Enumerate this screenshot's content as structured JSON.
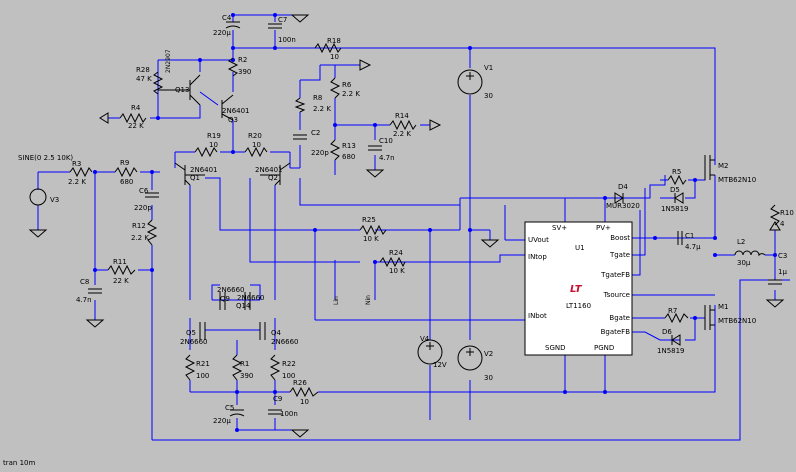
{
  "footer": "tran 10m",
  "ic": {
    "ref": "U1",
    "part": "LT1160",
    "pins_left": [
      "UVout",
      "INtop",
      "INbot"
    ],
    "pins_top": [
      "SV+",
      "PV+"
    ],
    "pins_right": [
      "Boost",
      "Tgate",
      "TgateFB",
      "Tsource",
      "Bgate",
      "BgateFB"
    ],
    "pins_bottom": [
      "SGND",
      "PGND"
    ]
  },
  "components": {
    "C4": {
      "ref": "C4",
      "value": "220µ"
    },
    "C7": {
      "ref": "C7",
      "value": "100n"
    },
    "R18": {
      "ref": "R18",
      "value": "10"
    },
    "R28": {
      "ref": "R28",
      "value": "47 K"
    },
    "Q13": {
      "ref": "Q13",
      "value": "2N2907"
    },
    "R2": {
      "ref": "R2",
      "value": "390"
    },
    "Q3": {
      "ref": "Q3",
      "value": "2N6401"
    },
    "R4": {
      "ref": "R4",
      "value": "22 K"
    },
    "R8": {
      "ref": "R8",
      "value": "2.2 K"
    },
    "R6": {
      "ref": "R6",
      "value": "2.2 K"
    },
    "R14": {
      "ref": "R14",
      "value": "2.2 K"
    },
    "C2": {
      "ref": "C2",
      "value": "220p"
    },
    "R13": {
      "ref": "R13",
      "value": "680"
    },
    "C10": {
      "ref": "C10",
      "value": "4.7n"
    },
    "R19": {
      "ref": "R19",
      "value": "10"
    },
    "R20": {
      "ref": "R20",
      "value": "10"
    },
    "Q1": {
      "ref": "Q1",
      "value": "2N6401"
    },
    "Q2": {
      "ref": "Q2",
      "value": "2N6401"
    },
    "V3": {
      "ref": "V3",
      "value": "SINE(0 2.5 10K)"
    },
    "R3": {
      "ref": "R3",
      "value": "2.2 K"
    },
    "R9": {
      "ref": "R9",
      "value": "680"
    },
    "C6": {
      "ref": "C6",
      "value": "220p"
    },
    "R12": {
      "ref": "R12",
      "value": "2.2 K"
    },
    "R11": {
      "ref": "R11",
      "value": "22 K"
    },
    "C8": {
      "ref": "C8",
      "value": "4.7n"
    },
    "V1": {
      "ref": "V1",
      "value": "30"
    },
    "V2": {
      "ref": "V2",
      "value": "30"
    },
    "V4": {
      "ref": "V4",
      "value": "12V"
    },
    "R25": {
      "ref": "R25",
      "value": "10 K"
    },
    "R24": {
      "ref": "R24",
      "value": "10 K"
    },
    "Q9": {
      "ref": "Q9",
      "value": "2N6660"
    },
    "Q14": {
      "ref": "Q14",
      "value": "2N6660"
    },
    "Q5": {
      "ref": "Q5",
      "value": "2N6660"
    },
    "Q4": {
      "ref": "Q4",
      "value": "2N6660"
    },
    "R21": {
      "ref": "R21",
      "value": "100"
    },
    "R1": {
      "ref": "R1",
      "value": "390"
    },
    "R22": {
      "ref": "R22",
      "value": "100"
    },
    "R26": {
      "ref": "R26",
      "value": "10"
    },
    "C5": {
      "ref": "C5",
      "value": "220µ"
    },
    "C9": {
      "ref": "C9",
      "value": "100n"
    },
    "D4": {
      "ref": "D4",
      "value": "MUR3020"
    },
    "R5": {
      "ref": "R5",
      "value": ""
    },
    "D5": {
      "ref": "D5",
      "value": "1N5819"
    },
    "M2": {
      "ref": "M2",
      "value": "MTB62N10"
    },
    "C1": {
      "ref": "C1",
      "value": "4.7µ"
    },
    "L2": {
      "ref": "L2",
      "value": "30µ"
    },
    "R10": {
      "ref": "R10",
      "value": "4"
    },
    "C3": {
      "ref": "C3",
      "value": "1µ"
    },
    "R7": {
      "ref": "R7",
      "value": ""
    },
    "D6": {
      "ref": "D6",
      "value": "1N5819"
    },
    "M1": {
      "ref": "M1",
      "value": "MTB62N10"
    }
  },
  "net_labels": {
    "lin": "Lin",
    "nin": "Nin"
  },
  "colors": {
    "background": "#c0c0c0",
    "wire": "#0000ff",
    "component": "#000000",
    "logo": "#c8102e"
  }
}
